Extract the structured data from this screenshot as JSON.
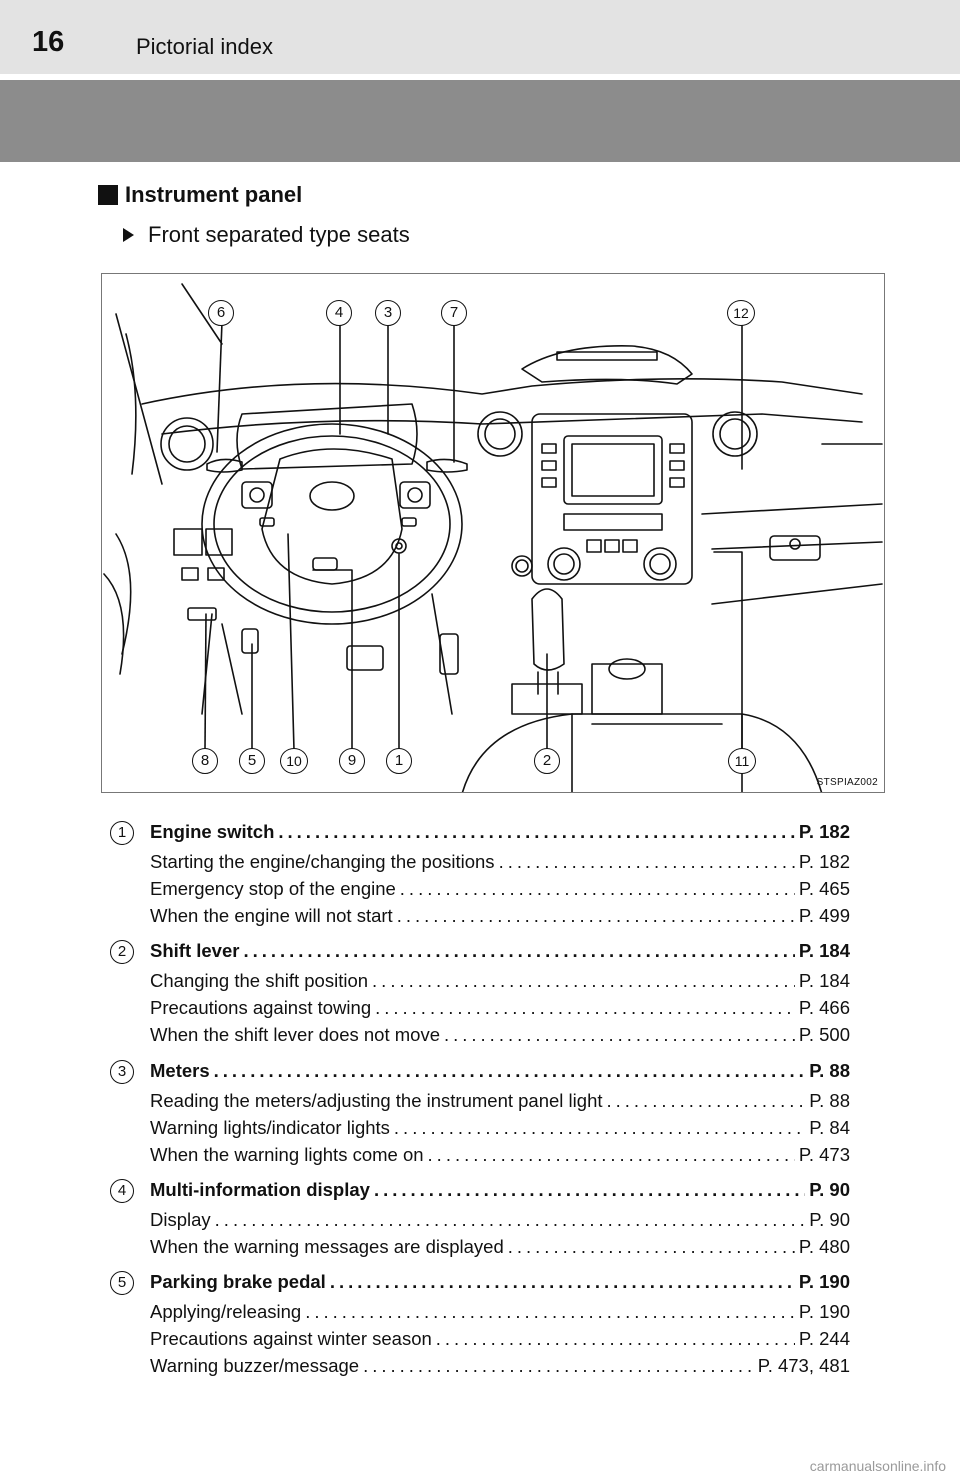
{
  "header": {
    "page_number": "16",
    "section": "Pictorial index"
  },
  "heading": "Instrument panel",
  "subheading": "Front separated type seats",
  "figure": {
    "code": "STSPIAZ002",
    "callouts_top": [
      "6",
      "4",
      "3",
      "7",
      "12"
    ],
    "callouts_bottom": [
      "8",
      "5",
      "10",
      "9",
      "1",
      "2",
      "11"
    ]
  },
  "entries": [
    {
      "num": "1",
      "title": "Engine switch",
      "page": "P. 182",
      "items": [
        {
          "label": "Starting the engine/changing the positions",
          "page": "P. 182"
        },
        {
          "label": "Emergency stop of the engine",
          "page": "P. 465"
        },
        {
          "label": "When the engine will not start",
          "page": "P. 499"
        }
      ]
    },
    {
      "num": "2",
      "title": "Shift lever",
      "page": "P. 184",
      "items": [
        {
          "label": "Changing the shift position",
          "page": "P. 184"
        },
        {
          "label": "Precautions against towing",
          "page": "P. 466"
        },
        {
          "label": "When the shift lever does not move",
          "page": "P. 500"
        }
      ]
    },
    {
      "num": "3",
      "title": "Meters",
      "page": "P. 88",
      "items": [
        {
          "label": "Reading the meters/adjusting the instrument panel light",
          "page": "P. 88"
        },
        {
          "label": "Warning lights/indicator lights",
          "page": "P. 84"
        },
        {
          "label": "When the warning lights come on",
          "page": "P. 473"
        }
      ]
    },
    {
      "num": "4",
      "title": "Multi-information display",
      "page": "P. 90",
      "items": [
        {
          "label": "Display",
          "page": "P. 90"
        },
        {
          "label": "When the warning messages are displayed",
          "page": "P. 480"
        }
      ]
    },
    {
      "num": "5",
      "title": "Parking brake pedal",
      "page": "P. 190",
      "items": [
        {
          "label": "Applying/releasing",
          "page": "P. 190"
        },
        {
          "label": "Precautions against winter season",
          "page": "P. 244"
        },
        {
          "label": "Warning buzzer/message",
          "page": "P. 473, 481"
        }
      ]
    }
  ],
  "footer": "carmanualsonline.info"
}
